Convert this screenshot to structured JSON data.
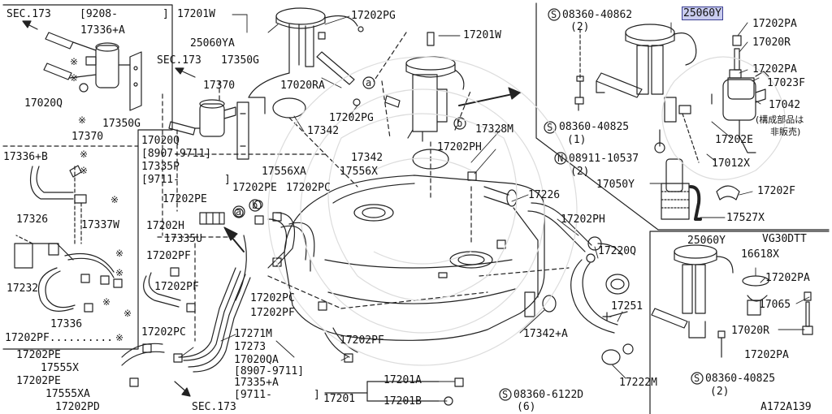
{
  "accent_colors": {
    "ink": "#111111",
    "highlight_fill": "#c9ccee",
    "highlight_border": "#3b3f93"
  },
  "diagram_code": "A172A139",
  "labels": {
    "sec173_tl": "SEC.173",
    "date_9208": "[9208-",
    "bracket_close_tl": "]",
    "p17336A": "17336+A",
    "p17020Q_l": "17020Q",
    "p17350G": "17350G",
    "p17370_l": "17370",
    "p17336B": "17336+B",
    "p17326": "17326",
    "p17337W": "17337W",
    "p17232": "17232",
    "p17336": "17336",
    "p17202PF_dots": "17202PF..........",
    "p17202PE_a": "17202PE",
    "p17555X": "17555X",
    "p17202PE_b": "17202PE",
    "p17555XA": "17555XA",
    "p17202PD": "17202PD",
    "sec173_bottom": "SEC.173",
    "p17201W_top": "17201W",
    "p25060YA": "25060YA",
    "p17202PG_top": "17202PG",
    "sec173_mid": "SEC.173",
    "p17350G_mid": "17350G",
    "p17370_mid": "17370",
    "p17020RA": "17020RA",
    "p17342_a": "17342",
    "p17202PG_b": "17202PG",
    "p17201W_b": "17201W",
    "p17020Q_mid": "17020Q",
    "date_8907_9711_a": "[8907-9711]",
    "p17335P": "17335P",
    "date_9711_a": "[9711-",
    "bracket_close_a": "]",
    "p17556XA": "17556XA",
    "p17556X": "17556X",
    "p17342_b": "17342",
    "p17202PH_a": "17202PH",
    "p17328M": "17328M",
    "p17202PE_c": "17202PE",
    "p17202PE_d": "17202PE",
    "p17202PC_a": "17202PC",
    "p17202H": "17202H",
    "p17335U": "17335U",
    "p17202PF_a": "17202PF",
    "p17202PF_b": "17202PF",
    "p17202PC_b": "17202PC",
    "p17202PF_c": "17202PF",
    "p17202PC_c": "17202PC",
    "p17271M": "17271M",
    "p17273": "17273",
    "p17202PF_d": "17202PF",
    "p17020QA": "17020QA",
    "date_8907_9711_b": "[8907-9711]",
    "p17335A": "17335+A",
    "date_9711_b": "[9711-",
    "bracket_close_b": "]",
    "p17201": "17201",
    "p17201A": "17201A",
    "p17201B": "17201B",
    "p17226": "17226",
    "p17202PH_b": "17202PH",
    "p17220Q": "17220Q",
    "p17251": "17251",
    "p17342A": "17342+A",
    "p17222M": "17222M",
    "bolt_bottom": "08360-6122D",
    "bolt_bottom_qty": "(6)",
    "bolt_tr1": "08360-40862",
    "bolt_tr1_qty": "(2)",
    "p25060Y_hl": "25060Y",
    "p17202PA_a": "17202PA",
    "p17020R_a": "17020R",
    "p17202PA_b": "17202PA",
    "p17023F": "17023F",
    "p17042": "17042",
    "jp_note_1": "(構成部品は",
    "jp_note_2": "非販売)",
    "bolt_tr2": "08360-40825",
    "bolt_tr2_qty": "(1)",
    "p17202E": "17202E",
    "nut_tr": "08911-10537",
    "nut_tr_qty": "(2)",
    "p17012X": "17012X",
    "p17050Y": "17050Y",
    "p17202F": "17202F",
    "p17527X": "17527X",
    "p25060Y_br": "25060Y",
    "vg30dtt": "VG30DTT",
    "p16618X": "16618X",
    "p17202PA_c": "17202PA",
    "p17065": "17065",
    "p17020R_b": "17020R",
    "p17202PA_d": "17202PA",
    "bolt_br": "08360-40825",
    "bolt_br_qty": "(2)",
    "circle_S": "S",
    "circle_N": "N",
    "circle_a": "a",
    "circle_b": "b",
    "asterisk": "※"
  }
}
